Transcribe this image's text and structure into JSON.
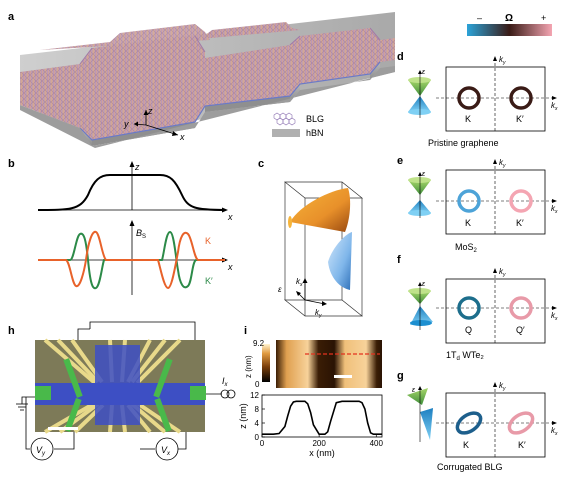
{
  "panels": {
    "a": "a",
    "b": "b",
    "c": "c",
    "d": "d",
    "e": "e",
    "f": "f",
    "g": "g",
    "h": "h",
    "i": "i"
  },
  "panel_a": {
    "legend_blg": "BLG",
    "legend_hbn": "hBN",
    "axis_x": "x",
    "axis_y": "y",
    "axis_z": "z"
  },
  "panel_b": {
    "top_axis_z": "z",
    "top_axis_x": "x",
    "bottom_axis_b": "B",
    "bottom_axis_b_sub": "S",
    "bottom_axis_x": "x",
    "series": [
      {
        "name": "K",
        "color": "#e8622a"
      },
      {
        "name": "K′",
        "color": "#2c8a48"
      }
    ]
  },
  "panel_c": {
    "eps": "ε",
    "kx": "k",
    "kx_sub": "x",
    "ky": "k",
    "ky_sub": "y"
  },
  "colorbar": {
    "minus": "–",
    "omega": "Ω",
    "plus": "+",
    "low_color": "#2ba3d8",
    "mid_color": "#3a1b16",
    "high_color": "#f4a5b2"
  },
  "bz_panels": [
    {
      "ky": "k",
      "ky_sub": "y",
      "kx": "k",
      "kx_sub": "x",
      "left_label": "K",
      "right_label": "K′",
      "caption": "Pristine graphene",
      "caption_sub": "",
      "caption_tail": ""
    },
    {
      "ky": "k",
      "ky_sub": "y",
      "kx": "k",
      "kx_sub": "x",
      "left_label": "K",
      "right_label": "K′",
      "caption": "MoS",
      "caption_sub": "2",
      "caption_tail": ""
    },
    {
      "ky": "k",
      "ky_sub": "y",
      "kx": "k",
      "kx_sub": "x",
      "left_label": "Q",
      "right_label": "Q′",
      "caption": "1T",
      "caption_sub": "d",
      "caption_tail": " WTe₂"
    },
    {
      "ky": "k",
      "ky_sub": "y",
      "kx": "k",
      "kx_sub": "x",
      "left_label": "K",
      "right_label": "K′",
      "caption": "Corrugated BLG",
      "caption_sub": "",
      "caption_tail": ""
    }
  ],
  "panel_h": {
    "vy": "V",
    "vy_sub": "y",
    "vx": "V",
    "vx_sub": "x",
    "ix": "I",
    "ix_sub": "x"
  },
  "panel_i": {
    "colorbar_max": "9.2",
    "colorbar_min": "0",
    "colorbar_label": "z (nm)",
    "chart_data": {
      "type": "line",
      "xlabel": "x (nm)",
      "ylabel": "z (nm)",
      "xlim": [
        0,
        420
      ],
      "ylim": [
        0,
        12
      ],
      "xticks": [
        0,
        200,
        400
      ],
      "yticks": [
        0,
        4,
        8,
        12
      ],
      "x": [
        0,
        20,
        40,
        60,
        80,
        90,
        100,
        110,
        120,
        130,
        140,
        150,
        160,
        170,
        180,
        200,
        210,
        220,
        230,
        240,
        260,
        280,
        300,
        320,
        330,
        340,
        350,
        360,
        370,
        380,
        390,
        400,
        410,
        420
      ],
      "y": [
        0.8,
        0.8,
        0.8,
        1.0,
        3.0,
        6.0,
        8.8,
        10.0,
        10.2,
        10.2,
        10.2,
        10.2,
        9.5,
        7.0,
        3.5,
        0.8,
        0.8,
        0.8,
        1.5,
        4.5,
        9.8,
        10.2,
        10.2,
        10.2,
        10.2,
        10.2,
        9.8,
        8.0,
        4.0,
        1.2,
        0.8,
        0.8,
        0.8,
        0.8
      ]
    }
  }
}
